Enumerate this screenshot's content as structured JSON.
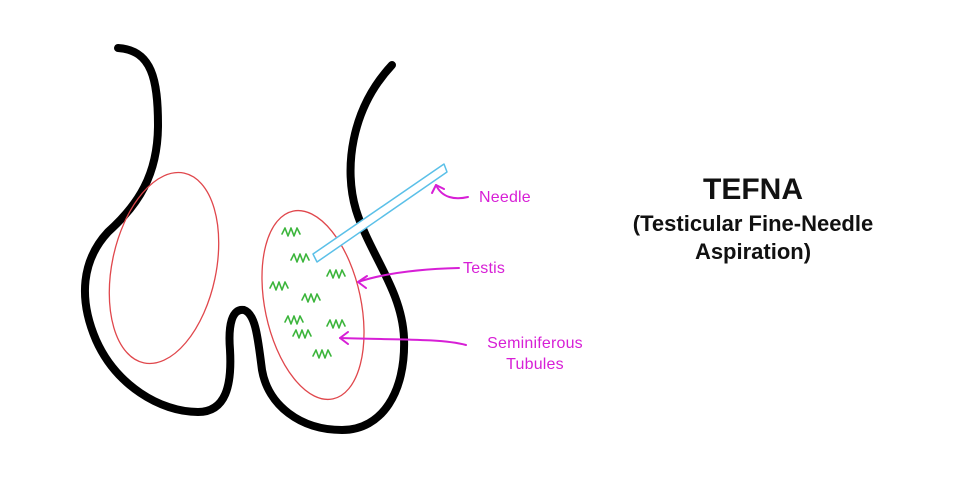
{
  "title": "TEFNA",
  "subtitle_line1": "(Testicular Fine-Needle",
  "subtitle_line2": "Aspiration)",
  "labels": {
    "needle": "Needle",
    "testis": "Testis",
    "seminiferous_line1": "Seminiferous",
    "seminiferous_line2": "Tubules"
  },
  "colors": {
    "outline": "#000000",
    "testis_outline": "#e0474c",
    "tubules": "#3cb53c",
    "needle": "#5bc0e8",
    "annotation": "#d71fd6",
    "title": "#111111"
  }
}
